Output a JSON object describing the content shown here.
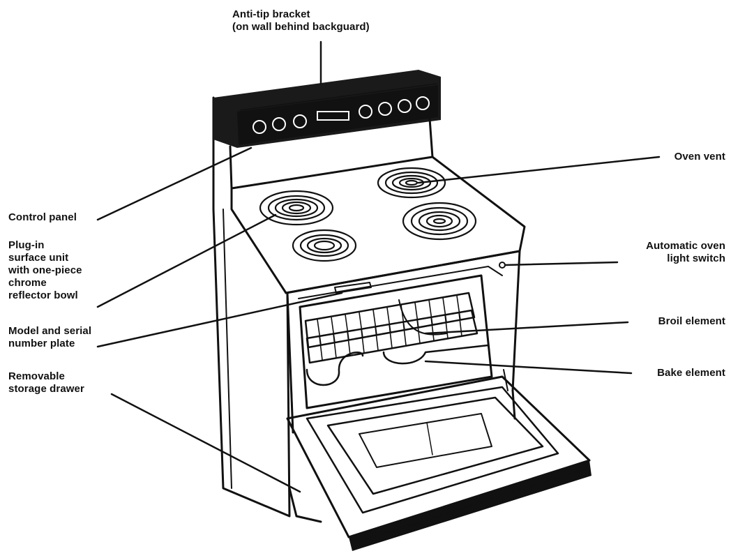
{
  "colors": {
    "ink": "#111111",
    "paper": "#ffffff"
  },
  "labels": {
    "anti_tip_bracket": "Anti-tip bracket\n(on wall behind backguard)",
    "control_panel": "Control panel",
    "plug_in_unit": "Plug-in\nsurface unit\nwith one-piece\nchrome\nreflector bowl",
    "model_serial_plate": "Model and serial\nnumber plate",
    "storage_drawer": "Removable\nstorage drawer",
    "oven_vent": "Oven vent",
    "oven_light_switch": "Automatic oven\nlight switch",
    "broil_element": "Broil element",
    "bake_element": "Bake element"
  }
}
